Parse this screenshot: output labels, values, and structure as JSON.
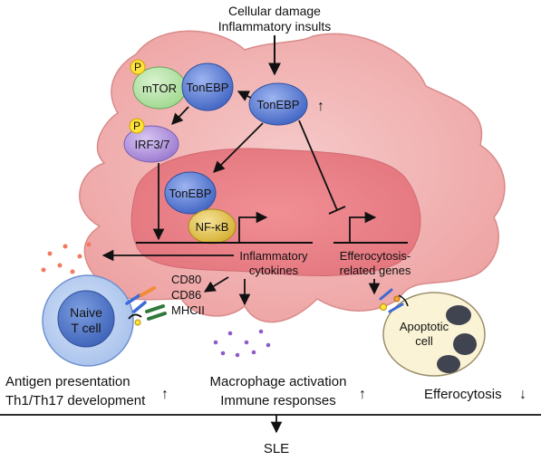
{
  "labels": {
    "trigger_line1": "Cellular damage",
    "trigger_line2": "Inflammatory insults",
    "mtor": "mTOR",
    "tonebp_complex": "TonEBP",
    "tonebp_center": "TonEBP",
    "tonebp_nucleus": "TonEBP",
    "irf": "IRF3/7",
    "nfkb": "NF-κB",
    "phospho": "P",
    "up_arrow": "↑",
    "down_arrow": "↓",
    "cytokines_line1": "Inflammatory",
    "cytokines_line2": "cytokines",
    "efferocytosis_genes_line1": "Efferocytosis-",
    "efferocytosis_genes_line2": "related genes",
    "cd80": "CD80",
    "cd86": "CD86",
    "mhcii": "MHCII",
    "naive_line1": "Naive",
    "naive_line2": "T cell",
    "apoptotic_line1": "Apoptotic",
    "apoptotic_line2": "cell",
    "antigen_line1": "Antigen presentation",
    "antigen_line2": "Th1/Th17 development",
    "macrophage_line1": "Macrophage activation",
    "macrophage_line2": "Immune responses",
    "efferocytosis": "Efferocytosis",
    "outcome": "SLE"
  },
  "colors": {
    "cell_fill": "#f2b6b6",
    "nucleus_fill": "#e57f86",
    "protein_blue": "#5b7fd6",
    "protein_purple": "#a98ad6",
    "nfkb_yellow": "#e2c44c",
    "phospho_yellow": "#ffe23a",
    "tcell_blue": "#4f76c6",
    "apoptotic_fill": "#fbf3d6",
    "cytokine_red": "#f27a5e",
    "dot_purple": "#8e5cc4"
  }
}
